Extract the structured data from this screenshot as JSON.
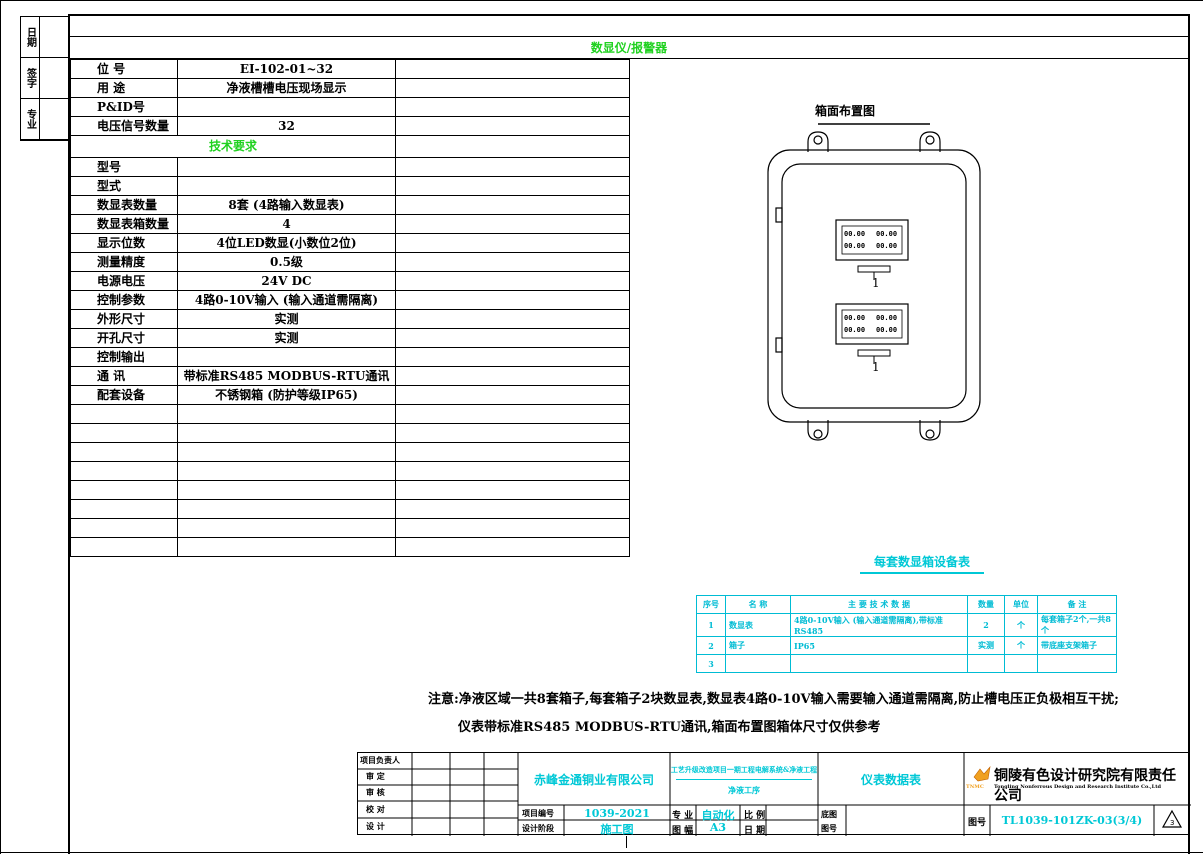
{
  "side_stamp": [
    "日期",
    "签字",
    "专业"
  ],
  "main_table": {
    "title": "数显仪/报警器",
    "rows_top": [
      {
        "label": "位  号",
        "value": "EI-102-01~32"
      },
      {
        "label": "用  途",
        "value": "净液槽槽电压现场显示"
      },
      {
        "label": "P&ID号",
        "value": ""
      },
      {
        "label": "电压信号数量",
        "value": "32"
      }
    ],
    "section2": "技术要求",
    "rows_tech": [
      {
        "label": "型号",
        "value": ""
      },
      {
        "label": "型式",
        "value": ""
      },
      {
        "label": "数显表数量",
        "value": "8套 (4路输入数显表)"
      },
      {
        "label": "数显表箱数量",
        "value": "4"
      },
      {
        "label": "显示位数",
        "value": "4位LED数显(小数位2位)"
      },
      {
        "label": "测量精度",
        "value": "0.5级"
      },
      {
        "label": "电源电压",
        "value": "24V DC"
      },
      {
        "label": "控制参数",
        "value": "4路0-10V输入 (输入通道需隔离)"
      },
      {
        "label": "外形尺寸",
        "value": "实测"
      },
      {
        "label": "开孔尺寸",
        "value": "实测"
      },
      {
        "label": "控制输出",
        "value": ""
      },
      {
        "label": "通   讯",
        "value": "带标准RS485 MODBUS-RTU通讯"
      },
      {
        "label": "配套设备",
        "value": "不锈钢箱 (防护等级IP65)"
      }
    ]
  },
  "box_layout": {
    "title": "箱面布置图",
    "display_value": "00.00",
    "item_no": "1"
  },
  "device_table": {
    "title": "每套数显箱设备表",
    "headers": [
      "序号",
      "名 称",
      "主 要 技 术 数 据",
      "数量",
      "单位",
      "备 注"
    ],
    "rows": [
      [
        "1",
        "数显表",
        "4路0-10V输入 (输入通道需隔离),带标准RS485",
        "2",
        "个",
        "每套箱子2个,一共8个"
      ],
      [
        "2",
        "箱子",
        "IP65",
        "实测",
        "个",
        "带底座支架箱子"
      ],
      [
        "3",
        "",
        "",
        "",
        "",
        ""
      ]
    ]
  },
  "notes": {
    "line1": "注意:净液区域一共8套箱子,每套箱子2块数显表,数显表4路0-10V输入需要输入通道需隔离,防止槽电压正负极相互干扰;",
    "line2": "仪表带标准RS485 MODBUS-RTU通讯,箱面布置图箱体尺寸仅供参考"
  },
  "title_block": {
    "roles": [
      "项目负责人",
      "审 定",
      "审 核",
      "校 对",
      "设 计"
    ],
    "client": "赤峰金通铜业有限公司",
    "project": "工艺升级改造项目一期工程电解系统&净液工程",
    "subproject": "净液工序",
    "project_no_label": "项目编号",
    "project_no": "1039-2021",
    "stage_label": "设计阶段",
    "stage": "施工图",
    "discipline_label": "专 业",
    "discipline": "自动化",
    "scale_label": "比 例",
    "scale": "",
    "size_label": "图 幅",
    "size": "A3",
    "date_label": "日 期",
    "date": "",
    "drawing_title": "仪表数据表",
    "ref_label": "底图",
    "ref2_label": "图号",
    "company": "铜陵有色设计研究院有限责任公司",
    "company_en": "Tongling Nonferrous Design and Research Institute Co.,Ltd",
    "company_abbr": "TNMC",
    "dwg_no_label": "图号",
    "dwg_no": "TL1039-101ZK-03(3/4)"
  },
  "colors": {
    "green": "#1fd11f",
    "cyan": "#00c8d6"
  }
}
